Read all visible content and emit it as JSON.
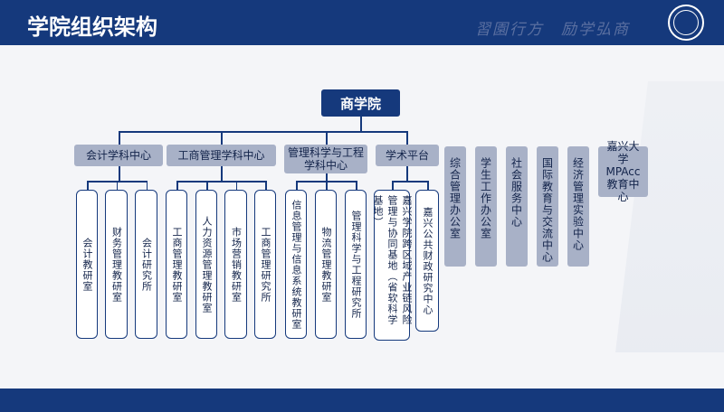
{
  "header": {
    "title": "学院组织架构",
    "motto": "習園行方　励学弘商"
  },
  "root": "商学院",
  "centers": [
    {
      "label": "会计学科中心",
      "units": [
        "会计教研室",
        "财务管理教研室",
        "会计研究所"
      ]
    },
    {
      "label": "工商管理学科中心",
      "units": [
        "工商管理教研室",
        "人力资源管理教研室",
        "市场营销教研室",
        "工商管理研究所"
      ]
    },
    {
      "label": "管理科学与工程学科中心",
      "units": [
        "信息管理与信息系统教研室",
        "物流管理教研室",
        "管理科学与工程研究所"
      ]
    },
    {
      "label": "学术平台",
      "units": [
        "嘉兴学院跨区域产业链风险管理与协同基地（省软科学基地）",
        "嘉兴公共财政研究中心"
      ]
    }
  ],
  "offices": [
    "综合管理办公室",
    "学生工作办公室",
    "社会服务中心",
    "国际教育与交流中心",
    "经济管理实验中心"
  ],
  "mpacc": "嘉兴大学MPAcc教育中心",
  "colors": {
    "navy": "#15397c",
    "box": "#a8b1c7"
  }
}
